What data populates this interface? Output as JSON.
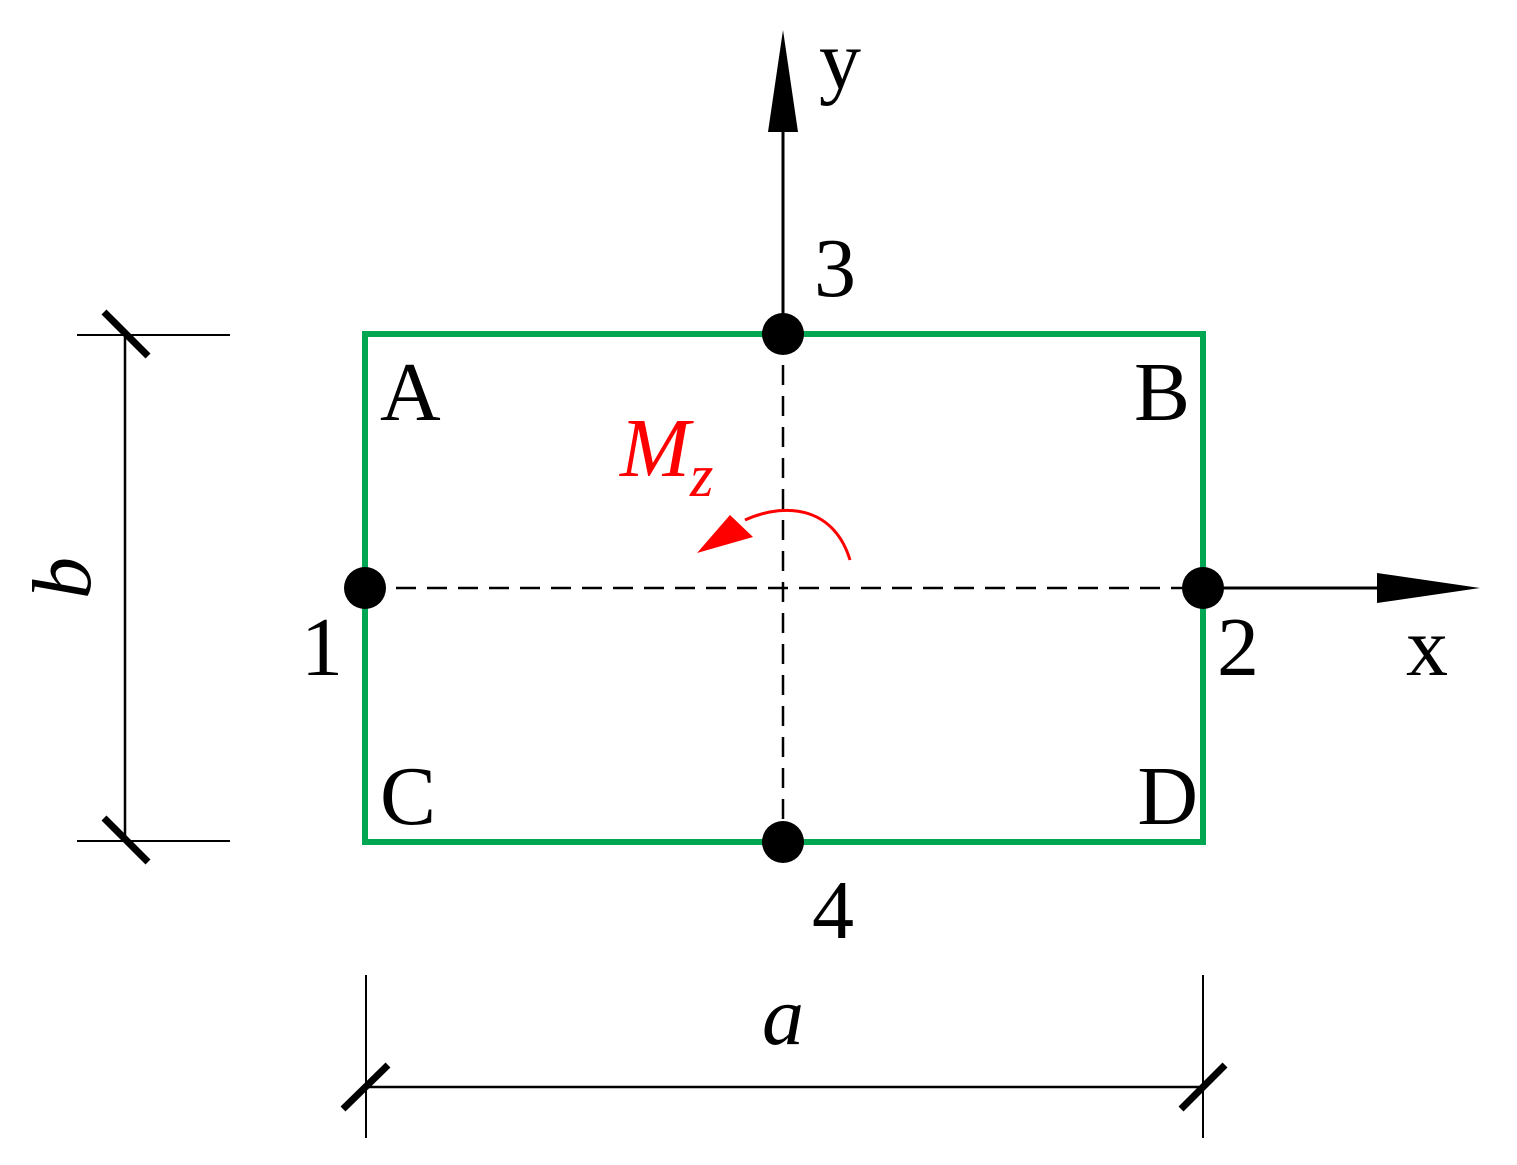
{
  "axes": {
    "x_label": "x",
    "y_label": "y"
  },
  "corners": {
    "top_left": "A",
    "top_right": "B",
    "bottom_left": "C",
    "bottom_right": "D"
  },
  "nodes": {
    "left": "1",
    "right": "2",
    "top": "3",
    "bottom": "4"
  },
  "dimensions": {
    "width": "a",
    "height": "b"
  },
  "moment": {
    "symbol": "M",
    "subscript": "z"
  },
  "colors": {
    "outline": "#00a651",
    "moment": "#ff0000",
    "ink": "#000000"
  }
}
